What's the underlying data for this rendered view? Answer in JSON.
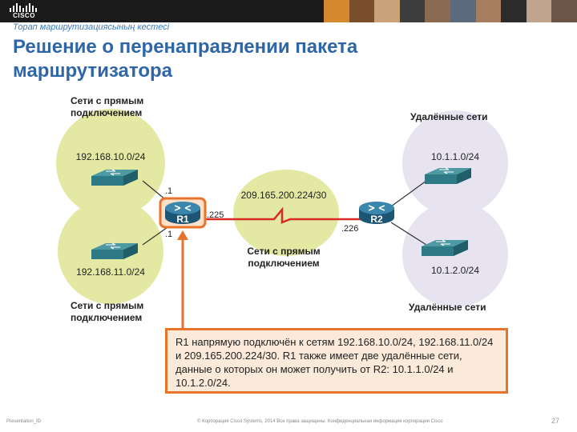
{
  "header": {
    "logo_text": "CISCO",
    "subtitle": "Торап маршрутизациясының кестесі",
    "title_line1": "Решение о перенаправлении пакета",
    "title_line2": "маршрутизатора"
  },
  "diagram": {
    "direct_top_line1": "Сети с прямым",
    "direct_top_line2": "подключением",
    "direct_mid_line1": "Сети с прямым",
    "direct_mid_line2": "подключением",
    "direct_bottom_line1": "Сети с прямым",
    "direct_bottom_line2": "подключением",
    "remote_top": "Удалённые сети",
    "remote_bottom": "Удалённые сети",
    "net1": "192.168.10.0/24",
    "net2": "192.168.11.0/24",
    "net3": "209.165.200.224/30",
    "net4": "10.1.1.0/24",
    "net5": "10.1.2.0/24",
    "r1_label": "R1",
    "r2_label": "R2",
    "r1_if_top": ".1",
    "r1_if_bottom": ".1",
    "r1_if_wan": ".225",
    "r2_if_wan": ".226"
  },
  "note": {
    "text": "R1 напрямую подключён к сетям 192.168.10.0/24, 192.168.11.0/24 и 209.165.200.224/30. R1 также имеет две удалённые сети, данные о которых он может получить от R2: 10.1.1.0/24 и 10.1.2.0/24."
  },
  "footer": {
    "left": "Presentation_ID",
    "middle": "© Корпорация Cisco Systems, 2014 Все права защищены.   Конфиденциальная информация корпорации Cisco",
    "page": "27"
  },
  "colors": {
    "accent_orange": "#e8732a",
    "title_blue": "#2f66a8",
    "green_zone": "#e3e9a2",
    "purple_zone": "#e7e3f1",
    "router_blue": "#2c6f93",
    "link_red": "#d62a22"
  }
}
